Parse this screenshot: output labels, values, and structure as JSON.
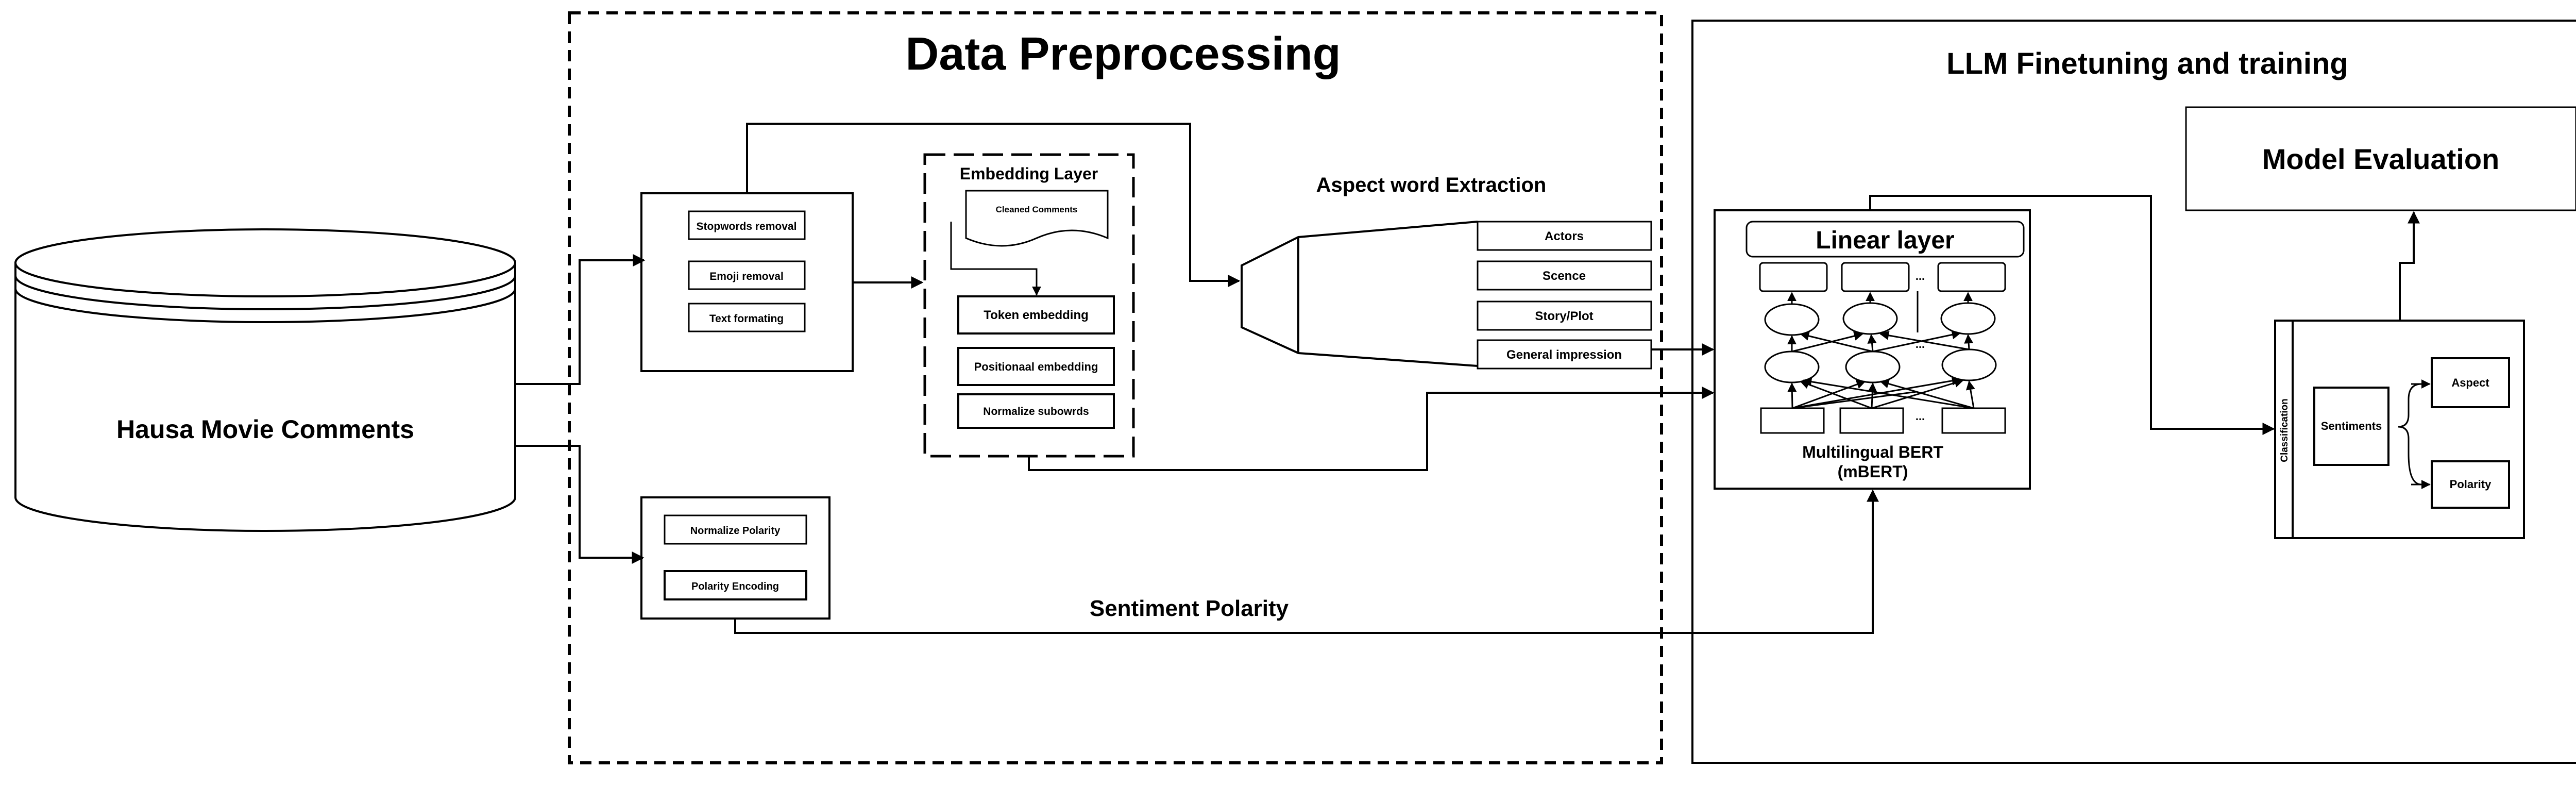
{
  "dataset": {
    "label": "Hausa Movie Comments"
  },
  "preprocessing": {
    "title": "Data Preprocessing",
    "cleaning": [
      "Stopwords removal",
      "Emoji removal",
      "Text formating"
    ],
    "embedding": {
      "title": "Embedding Layer",
      "document": "Cleaned Comments",
      "steps": [
        "Token embedding",
        "Positionaal embedding",
        "Normalize subowrds"
      ]
    },
    "polarity": {
      "steps": [
        "Normalize Polarity",
        "Polarity Encoding"
      ],
      "label": "Sentiment Polarity"
    },
    "aspect": {
      "title": "Aspect word Extraction",
      "items": [
        "Actors",
        "Scence",
        "Story/Plot",
        "General impression"
      ]
    }
  },
  "llm": {
    "title": "LLM Finetuning and training",
    "linear_layer": "Linear layer",
    "model_label": [
      "Multilingual BERT",
      "(mBERT)"
    ],
    "ellipsis": "..."
  },
  "evaluation": {
    "title": "Model Evaluation",
    "classification": "Classification",
    "sentiments": "Sentiments",
    "aspect": "Aspect",
    "polarity": "Polarity"
  }
}
